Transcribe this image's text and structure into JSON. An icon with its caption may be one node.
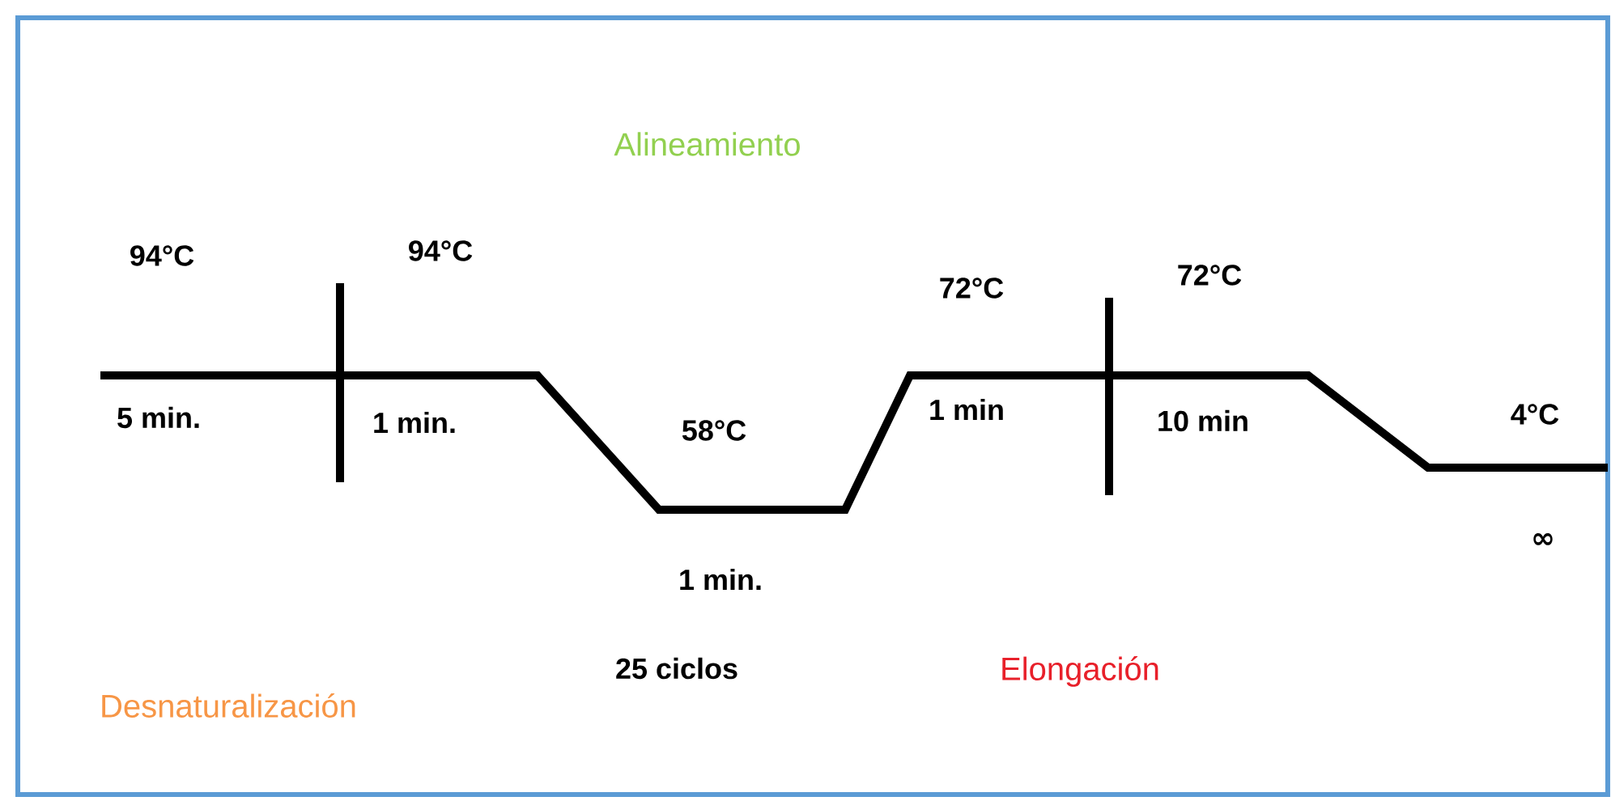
{
  "diagram": {
    "labels": [
      "Alineamiento",
      "94°C",
      "94°C",
      "72°C",
      "72°C",
      "5 min.",
      "1 min.",
      "1 min",
      "10 min",
      "58°C",
      "4°C",
      "∞",
      "1 min.",
      "25 ciclos",
      "Elongación",
      "Desnaturalización"
    ]
  }
}
